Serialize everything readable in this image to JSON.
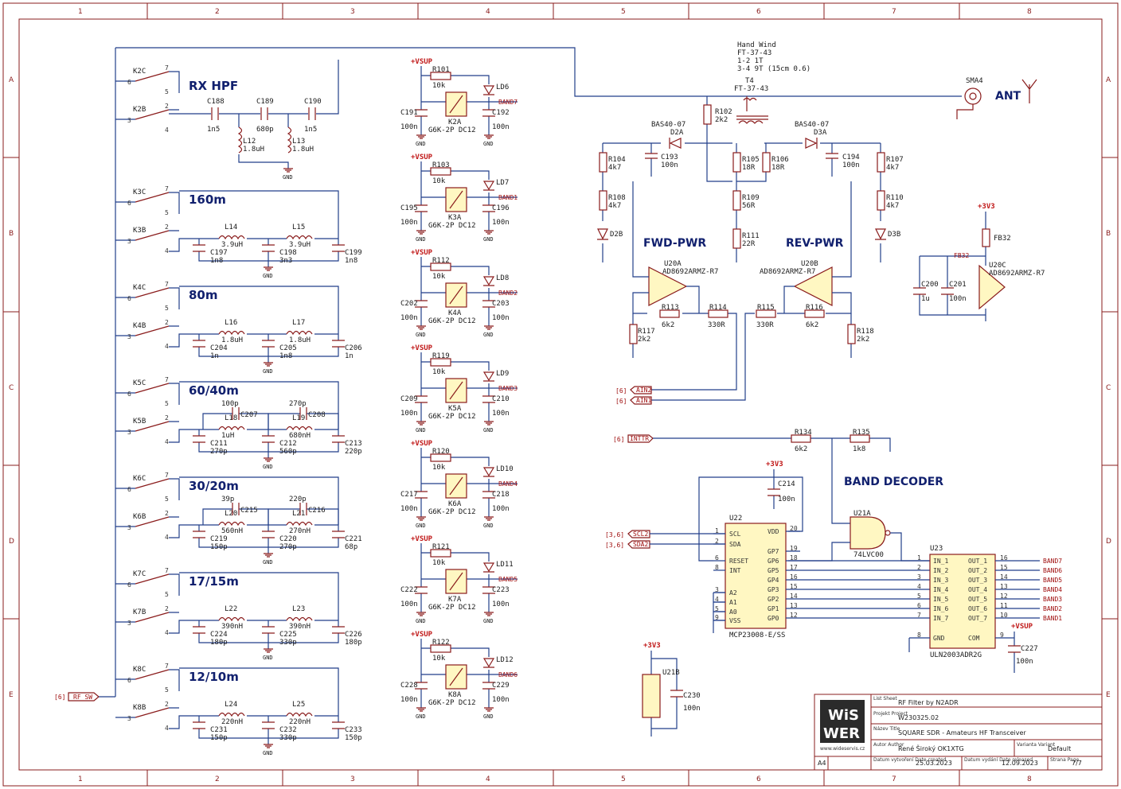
{
  "grid": {
    "cols": [
      "1",
      "2",
      "3",
      "4",
      "5",
      "6",
      "7",
      "8"
    ],
    "rows": [
      "A",
      "B",
      "C",
      "D",
      "E"
    ]
  },
  "sections": {
    "rx_hpf": "RX HPF",
    "b160": "160m",
    "b80": "80m",
    "b6040": "60/40m",
    "b3020": "30/20m",
    "b1715": "17/15m",
    "b1210": "12/10m",
    "fwd": "FWD-PWR",
    "rev": "REV-PWR",
    "decoder": "BAND DECODER",
    "ant": "ANT"
  },
  "hand_wind": {
    "l1": "Hand Wind",
    "l2": "FT-37-43",
    "l3": "1-2 1T",
    "l4": "3-4 9T (15cm 0.6)"
  },
  "relays": [
    {
      "c": "K2C",
      "b": "K2B"
    },
    {
      "c": "K3C",
      "b": "K3B"
    },
    {
      "c": "K4C",
      "b": "K4B"
    },
    {
      "c": "K5C",
      "b": "K5B"
    },
    {
      "c": "K6C",
      "b": "K6B"
    },
    {
      "c": "K7C",
      "b": "K7B"
    },
    {
      "c": "K8C",
      "b": "K8B"
    }
  ],
  "filters": [
    {
      "caps": [
        [
          "C188",
          "1n5"
        ],
        [
          "C189",
          "680p"
        ],
        [
          "C190",
          "1n5"
        ]
      ],
      "inds": [
        [
          "L12",
          "1.8uH"
        ],
        [
          "L13",
          "1.8uH"
        ]
      ]
    },
    {
      "inds": [
        [
          "L14",
          "3.9uH"
        ],
        [
          "L15",
          "3.9uH"
        ]
      ],
      "caps": [
        [
          "C197",
          "1n8"
        ],
        [
          "C198",
          "3n3"
        ],
        [
          "C199",
          "1n8"
        ]
      ]
    },
    {
      "inds": [
        [
          "L16",
          "1.8uH"
        ],
        [
          "L17",
          "1.8uH"
        ]
      ],
      "caps": [
        [
          "C204",
          "1n"
        ],
        [
          "C205",
          "1n8"
        ],
        [
          "C206",
          "1n"
        ]
      ]
    },
    {
      "inds": [
        [
          "L18",
          "1uH"
        ],
        [
          "L19",
          "680nH"
        ]
      ],
      "caps": [
        [
          "C211",
          "270p"
        ],
        [
          "C212",
          "560p"
        ],
        [
          "C213",
          "220p"
        ]
      ],
      "top": [
        [
          "C207",
          "100p"
        ],
        [
          "C208",
          "270p"
        ]
      ]
    },
    {
      "inds": [
        [
          "L20",
          "560nH"
        ],
        [
          "L21",
          "270nH"
        ]
      ],
      "caps": [
        [
          "C219",
          "150p"
        ],
        [
          "C220",
          "270p"
        ],
        [
          "C221",
          "68p"
        ]
      ],
      "top": [
        [
          "C215",
          "39p"
        ],
        [
          "C216",
          "220p"
        ]
      ]
    },
    {
      "inds": [
        [
          "L22",
          "390nH"
        ],
        [
          "L23",
          "390nH"
        ]
      ],
      "caps": [
        [
          "C224",
          "180p"
        ],
        [
          "C225",
          "330p"
        ],
        [
          "C226",
          "180p"
        ]
      ]
    },
    {
      "inds": [
        [
          "L24",
          "220nH"
        ],
        [
          "L25",
          "220nH"
        ]
      ],
      "caps": [
        [
          "C231",
          "150p"
        ],
        [
          "C232",
          "330p"
        ],
        [
          "C233",
          "150p"
        ]
      ]
    }
  ],
  "drivers": [
    {
      "r": "R101",
      "rv": "10k",
      "k": "K2A",
      "c1": "C191",
      "c2": "C192",
      "led": "LD6",
      "band": "BAND7"
    },
    {
      "r": "R103",
      "rv": "10k",
      "k": "K3A",
      "c1": "C195",
      "c2": "C196",
      "led": "LD7",
      "band": "BAND1"
    },
    {
      "r": "R112",
      "rv": "10k",
      "k": "K4A",
      "c1": "C202",
      "c2": "C203",
      "led": "LD8",
      "band": "BAND2"
    },
    {
      "r": "R119",
      "rv": "10k",
      "k": "K5A",
      "c1": "C209",
      "c2": "C210",
      "led": "LD9",
      "band": "BAND3"
    },
    {
      "r": "R120",
      "rv": "10k",
      "k": "K6A",
      "c1": "C217",
      "c2": "C218",
      "led": "LD10",
      "band": "BAND4"
    },
    {
      "r": "R121",
      "rv": "10k",
      "k": "K7A",
      "c1": "C222",
      "c2": "C223",
      "led": "LD11",
      "band": "BAND5"
    },
    {
      "r": "R122",
      "rv": "10k",
      "k": "K8A",
      "c1": "C228",
      "c2": "C229",
      "led": "LD12",
      "band": "BAND6"
    }
  ],
  "driver_common": {
    "vsup": "+VSUP",
    "cap": "100n",
    "relay": "G6K-2P DC12",
    "gnd": "GND"
  },
  "coupler": {
    "t4": "T4",
    "t4v": "FT-37-43",
    "sma": "SMA4",
    "r102": "R102",
    "r102v": "2k2",
    "d2": "BAS40-07",
    "d2r": "D2A",
    "d3": "BAS40-07",
    "d3r": "D3A",
    "c193": "C193",
    "c193v": "100n",
    "c194": "C194",
    "c194v": "100n",
    "r104": "R104",
    "r104v": "4k7",
    "r108": "R108",
    "r108v": "4k7",
    "d2b": "D2B",
    "r105": "R105",
    "r105v": "18R",
    "r106": "R106",
    "r106v": "18R",
    "r109": "R109",
    "r109v": "56R",
    "r111": "R111",
    "r111v": "22R",
    "r107": "R107",
    "r107v": "4k7",
    "r110": "R110",
    "r110v": "4k7",
    "d3b": "D3B",
    "u20a": "U20A",
    "u20av": "AD8692ARMZ-R7",
    "u20b": "U20B",
    "u20bv": "AD8692ARMZ-R7",
    "r113": "R113",
    "r113v": "6k2",
    "r114": "R114",
    "r114v": "330R",
    "r115": "R115",
    "r115v": "330R",
    "r116": "R116",
    "r116v": "6k2",
    "r117": "R117",
    "r117v": "2k2",
    "r118": "R118",
    "r118v": "2k2",
    "ain2": "AIN2",
    "ain1": "AIN1",
    "sheet6": "[6]",
    "v33": "+3V3",
    "fb32": "FB32",
    "c200": "C200",
    "c200v": "1u",
    "c201": "C201",
    "c201v": "100n",
    "u20c": "U20C",
    "u20cv": "AD8692ARMZ-R7"
  },
  "decoder": {
    "inttr": "INTTR",
    "r134": "R134",
    "r134v": "6k2",
    "r135": "R135",
    "r135v": "1k8",
    "u22": "U22",
    "u22v": "MCP23008-E/SS",
    "c214": "C214",
    "c214v": "100n",
    "v33": "+3V3",
    "scl": "SCL2",
    "sda": "SDA2",
    "sref": "[3,6]",
    "u21a": "U21A",
    "u21av": "74LVC00",
    "u23": "U23",
    "u23v": "ULN2003ADR2G",
    "c227": "C227",
    "c227v": "100n",
    "vsup": "+VSUP",
    "u22_left": [
      [
        "SCL",
        "1"
      ],
      [
        "SDA",
        "2"
      ],
      [
        "RESET",
        "6"
      ],
      [
        "INT",
        "8"
      ],
      [
        "A2",
        "3"
      ],
      [
        "A1",
        "4"
      ],
      [
        "A0",
        "5"
      ],
      [
        "VSS",
        "9"
      ]
    ],
    "u22_right": [
      [
        "VDD",
        "20"
      ],
      [
        "GP7",
        "19"
      ],
      [
        "GP6",
        "18"
      ],
      [
        "GP5",
        "17"
      ],
      [
        "GP4",
        "16"
      ],
      [
        "GP3",
        "15"
      ],
      [
        "GP2",
        "14"
      ],
      [
        "GP1",
        "13"
      ],
      [
        "GP0",
        "12"
      ]
    ],
    "u23_in": [
      [
        "IN_1",
        "1"
      ],
      [
        "IN_2",
        "2"
      ],
      [
        "IN_3",
        "3"
      ],
      [
        "IN_4",
        "4"
      ],
      [
        "IN_5",
        "5"
      ],
      [
        "IN_6",
        "6"
      ],
      [
        "IN_7",
        "7"
      ],
      [
        "GND",
        "8"
      ]
    ],
    "u23_out": [
      [
        "OUT_1",
        "16",
        "BAND7"
      ],
      [
        "OUT_2",
        "15",
        "BAND6"
      ],
      [
        "OUT_3",
        "14",
        "BAND5"
      ],
      [
        "OUT_4",
        "13",
        "BAND4"
      ],
      [
        "OUT_5",
        "12",
        "BAND3"
      ],
      [
        "OUT_6",
        "11",
        "BAND2"
      ],
      [
        "OUT_7",
        "10",
        "BAND1"
      ],
      [
        "COM",
        "9",
        ""
      ]
    ]
  },
  "misc": {
    "rf_sw": "RF_SW",
    "sheet6": "[6]",
    "u21b": "U21B",
    "c230": "C230",
    "c230v": "100n",
    "v33": "+3V3"
  },
  "title_block": {
    "logo1": "WiS",
    "logo2": "WER",
    "site": "www.wideservis.cz",
    "list_lbl": "List\nSheet",
    "list": "RF Filter by N2ADR",
    "proj_lbl": "Projekt\nProject",
    "proj": "W230325.02",
    "name_lbl": "Název\nTitle",
    "name": "SQUARE SDR - Amateurs HF Transceiver",
    "author_lbl": "Autor\nAuthor",
    "author": "René Široký OK1XTG",
    "variant_lbl": "Varianta\nVariant",
    "variant": "Default",
    "size": "A4",
    "created_lbl": "Datum vytvoření\nDate created",
    "created": "25.03.2023",
    "released_lbl": "Datum vydání\nDate released",
    "released": "12.09.2023",
    "page_lbl": "Strana\nPage",
    "page": "7/7"
  }
}
